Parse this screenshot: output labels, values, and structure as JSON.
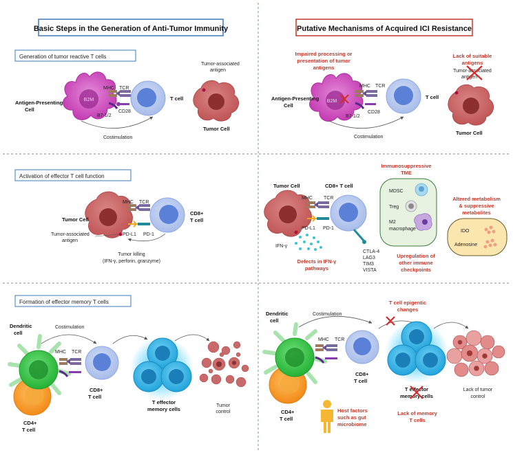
{
  "left_title": "Basic Steps in the Generation of Anti-Tumor Immunity",
  "right_title": "Putative Mechanisms of Acquired ICI Resistance",
  "colors": {
    "left_title_border": "#3d79b8",
    "right_title_border": "#c0392b",
    "red_text": "#c0392b",
    "apc_pink": "#d64fc4",
    "tcell_blue": "#8ea8e6",
    "tumor_red": "#c75a5a",
    "effector_cyan": "#3fb6e6",
    "dendritic_green": "#38c94a",
    "cd4_orange": "#f59a2b",
    "tme_green": "#e8f2e0",
    "metab_yellow": "#fbe6b0"
  },
  "left": {
    "s1": {
      "heading": "Generation of tumor reactive T cells",
      "apc_line1": "Antigen-Presenting",
      "apc_line2": "Cell",
      "b2m": "B2M",
      "mhc": "MHC",
      "tcr": "TCR",
      "b7": "B7-1/2",
      "cd28": "CD28",
      "tcell": "T cell",
      "costim": "Costimulation",
      "antigen_line1": "Tumor-associated",
      "antigen_line2": "antigen",
      "tumor": "Tumor Cell"
    },
    "s2": {
      "heading": "Activation of effector T cell function",
      "tumor": "Tumor Cell",
      "mhc": "MHC",
      "tcr": "TCR",
      "cd8_line1": "CD8+",
      "cd8_line2": "T cell",
      "antigen_line1": "Tumor-associated",
      "antigen_line2": "antigen",
      "pdl1": "PD-L1",
      "pd1": "PD-1",
      "killing_line1": "Tumor killing",
      "killing_line2": "(IFN-γ, perforin, granzyme)"
    },
    "s3": {
      "heading": "Formation of effector memory T cells",
      "dendritic_line1": "Dendritic",
      "dendritic_line2": "cell",
      "costim": "Costimulation",
      "mhc": "MHC",
      "tcr": "TCR",
      "cd8_line1": "CD8+",
      "cd8_line2": "T cell",
      "effector_line1": "T effector",
      "effector_line2": "memory cells",
      "control_line1": "Tumor",
      "control_line2": "control",
      "cd4_line1": "CD4+",
      "cd4_line2": "T cell"
    }
  },
  "right": {
    "s1": {
      "impaired_line1": "Impaired processing or",
      "impaired_line2": "presentation of tumor",
      "impaired_line3": "antigens",
      "lack_line1": "Lack of suitable",
      "lack_line2": "antigens",
      "apc_line1": "Antigen-Presenting",
      "apc_line2": "Cell",
      "b2m": "B2M",
      "mhc": "MHC",
      "tcr": "TCR",
      "b7": "B7-1/2",
      "cd28": "CD28",
      "tcell": "T cell",
      "costim": "Costimulation",
      "antigen_line1": "Tumor-associated",
      "antigen_line2": "antigen",
      "tumor": "Tumor Cell"
    },
    "s2": {
      "tumor": "Tumor Cell",
      "cd8": "CD8+ T cell",
      "mhc": "MHC",
      "tcr": "TCR",
      "pdl1": "PD-L1",
      "pd1": "PD-1",
      "ifn": "IFN-γ",
      "ifn_defect_line1": "Defects in IFN-γ",
      "ifn_defect_line2": "pathways",
      "checkpoints_line1": "CTLA-4",
      "checkpoints_line2": "LAG3",
      "checkpoints_line3": "TIM3",
      "checkpoints_line4": "VISTA",
      "upreg_line1": "Upregulation of",
      "upreg_line2": "other immune",
      "upreg_line3": "checkpoints",
      "tme_line1": "Immunosuppressive",
      "tme_line2": "TME",
      "mdsc": "MDSC",
      "treg": "Treg",
      "m2_line1": "M2",
      "m2_line2": "macrophage",
      "metab_line1": "Altered metabolism",
      "metab_line2": "& suppressive",
      "metab_line3": "metabolites",
      "ido": "IDO",
      "adenosine": "Adenosine"
    },
    "s3": {
      "dendritic_line1": "Dendritic",
      "dendritic_line2": "cell",
      "costim": "Costimulation",
      "epigenetic_line1": "T cell epigentic",
      "epigenetic_line2": "changes",
      "mhc": "MHC",
      "tcr": "TCR",
      "cd8_line1": "CD8+",
      "cd8_line2": "T cell",
      "effector_line1": "T effector",
      "effector_line2": "memory cells",
      "lack_control_line1": "Lack of tumor",
      "lack_control_line2": "control",
      "cd4_line1": "CD4+",
      "cd4_line2": "T cell",
      "host_line1": "Host factors",
      "host_line2": "such as gut",
      "host_line3": "microbiome",
      "lack_memory_line1": "Lack of memory",
      "lack_memory_line2": "T cells"
    }
  }
}
